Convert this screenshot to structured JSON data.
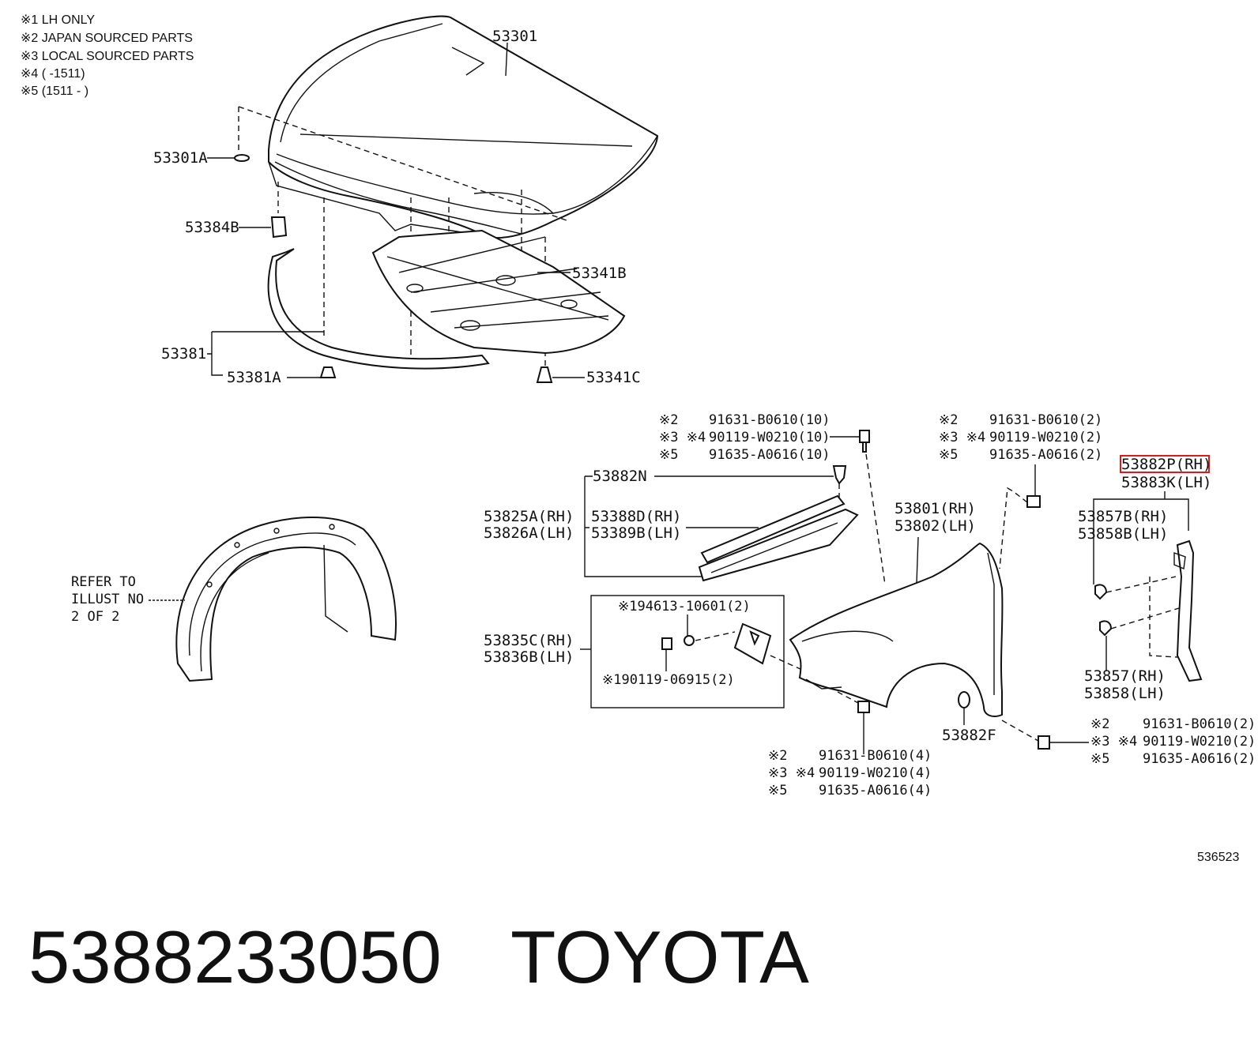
{
  "notes": [
    "※1 LH ONLY",
    "※2 JAPAN SOURCED PARTS",
    "※3 LOCAL SOURCED PARTS",
    "※4 (    -1511)",
    "※5 (1511 -    )"
  ],
  "labels": {
    "hood": "53301",
    "hood_clip": "53301A",
    "cushion": "53384B",
    "insulator": "53341B",
    "seal": "53381",
    "seal_clip": "53381A",
    "insulator_clip": "53341C",
    "clip_n": "53882N",
    "cowl_side_rh": "53825A(RH)",
    "cowl_side_lh": "53826A(LH)",
    "seal_d_rh": "53388D(RH)",
    "seal_b_lh": "53389B(LH)",
    "fender_rh": "53801(RH)",
    "fender_lh": "53802(LH)",
    "bracket_rh": "53835C(RH)",
    "bracket_lh": "53836B(LH)",
    "bracket_nut": "※194613-10601(2)",
    "bracket_bolt": "※190119-06915(2)",
    "clip_p_rh": "53882P(RH)",
    "clip_k_lh": "53883K(LH)",
    "seal_b_rh": "53857B(RH)",
    "seal_b2_lh": "53858B(LH)",
    "seal_rh": "53857(RH)",
    "seal_lh": "53858(LH)",
    "clip_f": "53882F",
    "refer": [
      "REFER TO",
      "ILLUST NO",
      "2 OF 2"
    ]
  },
  "bolt_groups": {
    "top_mid": [
      {
        "mark": "※2",
        "part": "91631-B0610(10)"
      },
      {
        "mark": "※3 ※4",
        "part": "90119-W0210(10)"
      },
      {
        "mark": "※5",
        "part": "91635-A0616(10)"
      }
    ],
    "top_right": [
      {
        "mark": "※2",
        "part": "91631-B0610(2)"
      },
      {
        "mark": "※3 ※4",
        "part": "90119-W0210(2)"
      },
      {
        "mark": "※5",
        "part": "91635-A0616(2)"
      }
    ],
    "bottom_mid": [
      {
        "mark": "※2",
        "part": "91631-B0610(4)"
      },
      {
        "mark": "※3 ※4",
        "part": "90119-W0210(4)"
      },
      {
        "mark": "※5",
        "part": "91635-A0616(4)"
      }
    ],
    "bottom_right": [
      {
        "mark": "※2",
        "part": "91631-B0610(2)"
      },
      {
        "mark": "※3 ※4",
        "part": "90119-W0210(2)"
      },
      {
        "mark": "※5",
        "part": "91635-A0616(2)"
      }
    ]
  },
  "figure_id": "536523",
  "footer": {
    "part_number": "5388233050",
    "brand": "TOYOTA"
  },
  "highlight_color": "#e01818"
}
